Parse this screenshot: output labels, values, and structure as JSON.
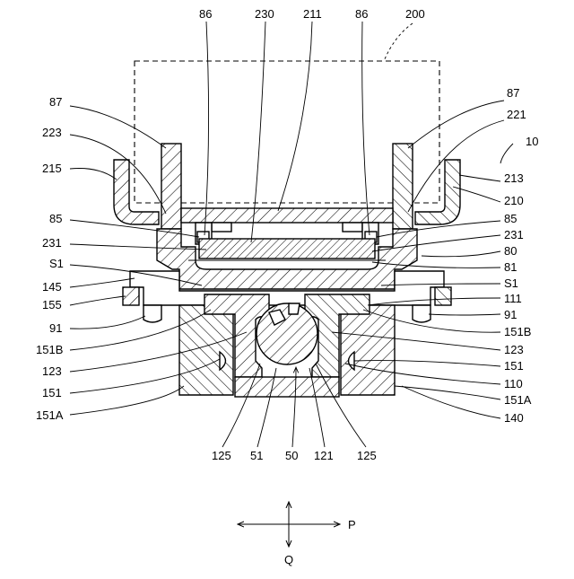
{
  "figure": {
    "labels": {
      "l86a": "86",
      "l230": "230",
      "l211": "211",
      "l86b": "86",
      "l200": "200",
      "l87L": "87",
      "l223": "223",
      "l215": "215",
      "l85L": "85",
      "l231L": "231",
      "lS1L": "S1",
      "l145": "145",
      "l155": "155",
      "l91L": "91",
      "l151BL": "151B",
      "l123L": "123",
      "l151L": "151",
      "l151AL": "151A",
      "l87R": "87",
      "l221": "221",
      "l10": "10",
      "l213": "213",
      "l210": "210",
      "l85R": "85",
      "l231R": "231",
      "l80": "80",
      "l81": "81",
      "lS1R": "S1",
      "l111": "111",
      "l91R": "91",
      "l151BR": "151B",
      "l123R": "123",
      "l151R": "151",
      "l110": "110",
      "l151AR": "151A",
      "l140": "140",
      "l125a": "125",
      "l51": "51",
      "l50": "50",
      "l121": "121",
      "l125b": "125"
    },
    "axis_labels": {
      "p": "P",
      "q": "Q"
    }
  }
}
